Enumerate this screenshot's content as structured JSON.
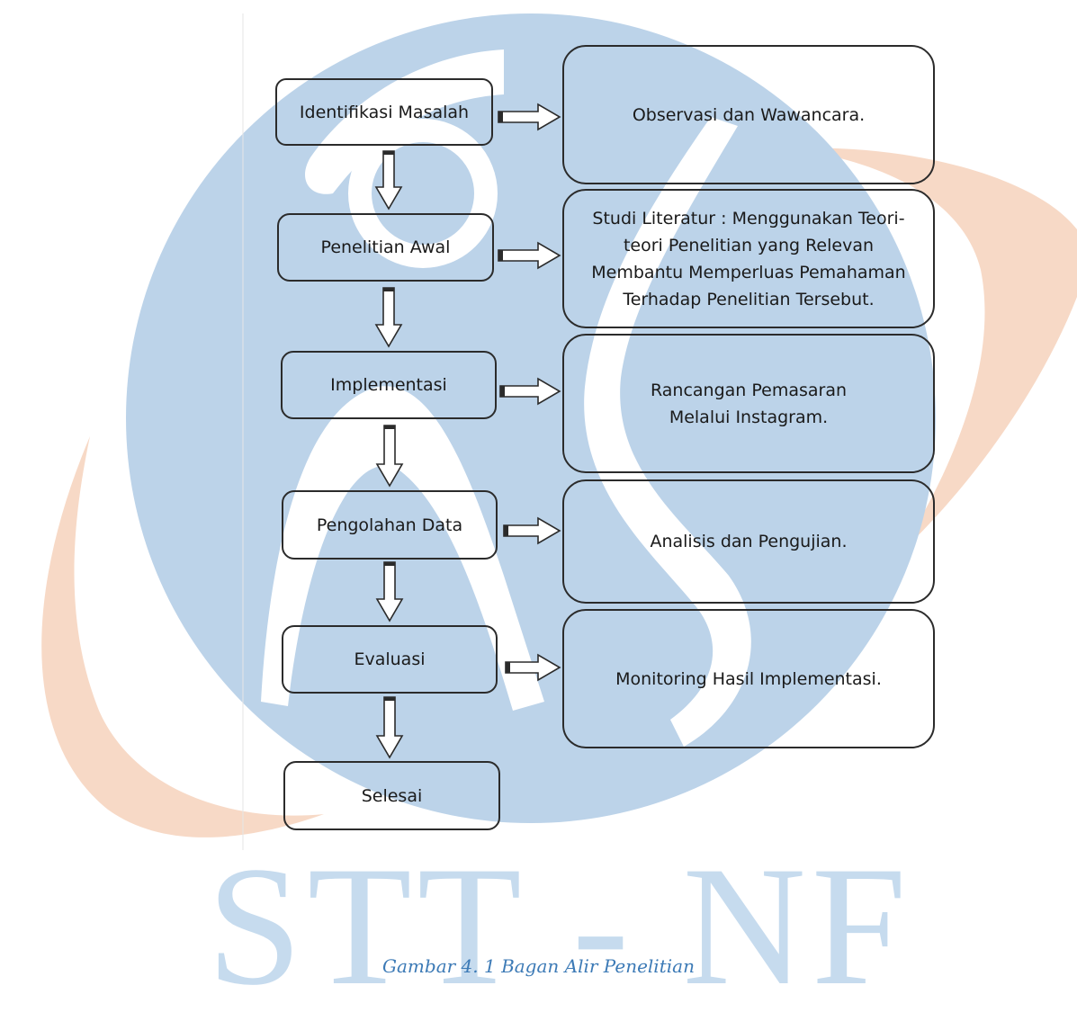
{
  "watermark": {
    "text": "STT - NF",
    "blue": "#bcd3e9",
    "orange": "#f7d9c6"
  },
  "flow": {
    "steps": [
      "Identifikasi Masalah",
      "Penelitian Awal",
      "Implementasi",
      "Pengolahan Data",
      "Evaluasi",
      "Selesai"
    ],
    "details": [
      [
        "Observasi dan Wawancara."
      ],
      [
        "Studi Literatur : Menggunakan Teori-",
        "teori Penelitian yang Relevan",
        "Membantu Memperluas Pemahaman",
        "Terhadap Penelitian Tersebut."
      ],
      [
        "Rancangan Pemasaran",
        "Melalui Instagram."
      ],
      [
        "Analisis dan Pengujian."
      ],
      [
        "Monitoring Hasil Implementasi."
      ]
    ]
  },
  "caption": "Gambar 4. 1 Bagan Alir Penelitian"
}
